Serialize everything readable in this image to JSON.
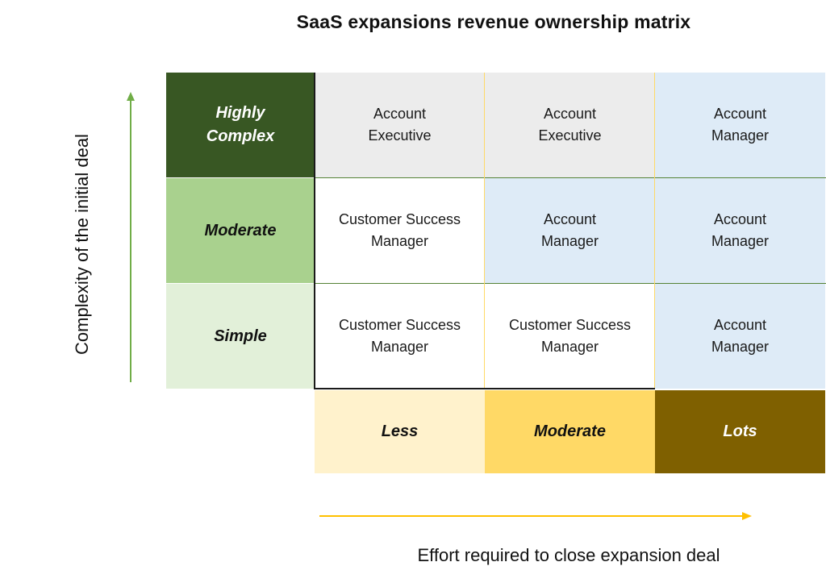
{
  "title": "SaaS expansions revenue ownership matrix",
  "y_axis_label": "Complexity of the initial deal",
  "x_axis_label": "Effort required to close expansion deal",
  "row_headers": [
    {
      "label": "Highly Complex",
      "color": "#385723",
      "text_color": "#ffffff"
    },
    {
      "label": "Moderate",
      "color": "#a9d18e",
      "text_color": "#111111"
    },
    {
      "label": "Simple",
      "color": "#e2f0d9",
      "text_color": "#111111"
    }
  ],
  "col_headers": [
    {
      "label": "Less",
      "color": "#fff2cc",
      "text_color": "#111111"
    },
    {
      "label": "Moderate",
      "color": "#ffd966",
      "text_color": "#111111"
    },
    {
      "label": "Lots",
      "color": "#7f6000",
      "text_color": "#ffffff"
    }
  ],
  "cells": [
    [
      {
        "label": "Account Executive",
        "color": "#ececec"
      },
      {
        "label": "Account Executive",
        "color": "#ececec"
      },
      {
        "label": "Account Manager",
        "color": "#deebf7"
      }
    ],
    [
      {
        "label": "Customer Success Manager",
        "color": "#ffffff"
      },
      {
        "label": "Account Manager",
        "color": "#deebf7"
      },
      {
        "label": "Account Manager",
        "color": "#deebf7"
      }
    ],
    [
      {
        "label": "Customer Success Manager",
        "color": "#ffffff"
      },
      {
        "label": "Customer Success Manager",
        "color": "#ffffff"
      },
      {
        "label": "Account Manager",
        "color": "#deebf7"
      }
    ]
  ],
  "colors": {
    "y_arrow": "#70ad47",
    "x_arrow": "#ffc000",
    "row_divider": "#548235",
    "col_divider": "#ffd966",
    "border": "#1a1a1a"
  }
}
